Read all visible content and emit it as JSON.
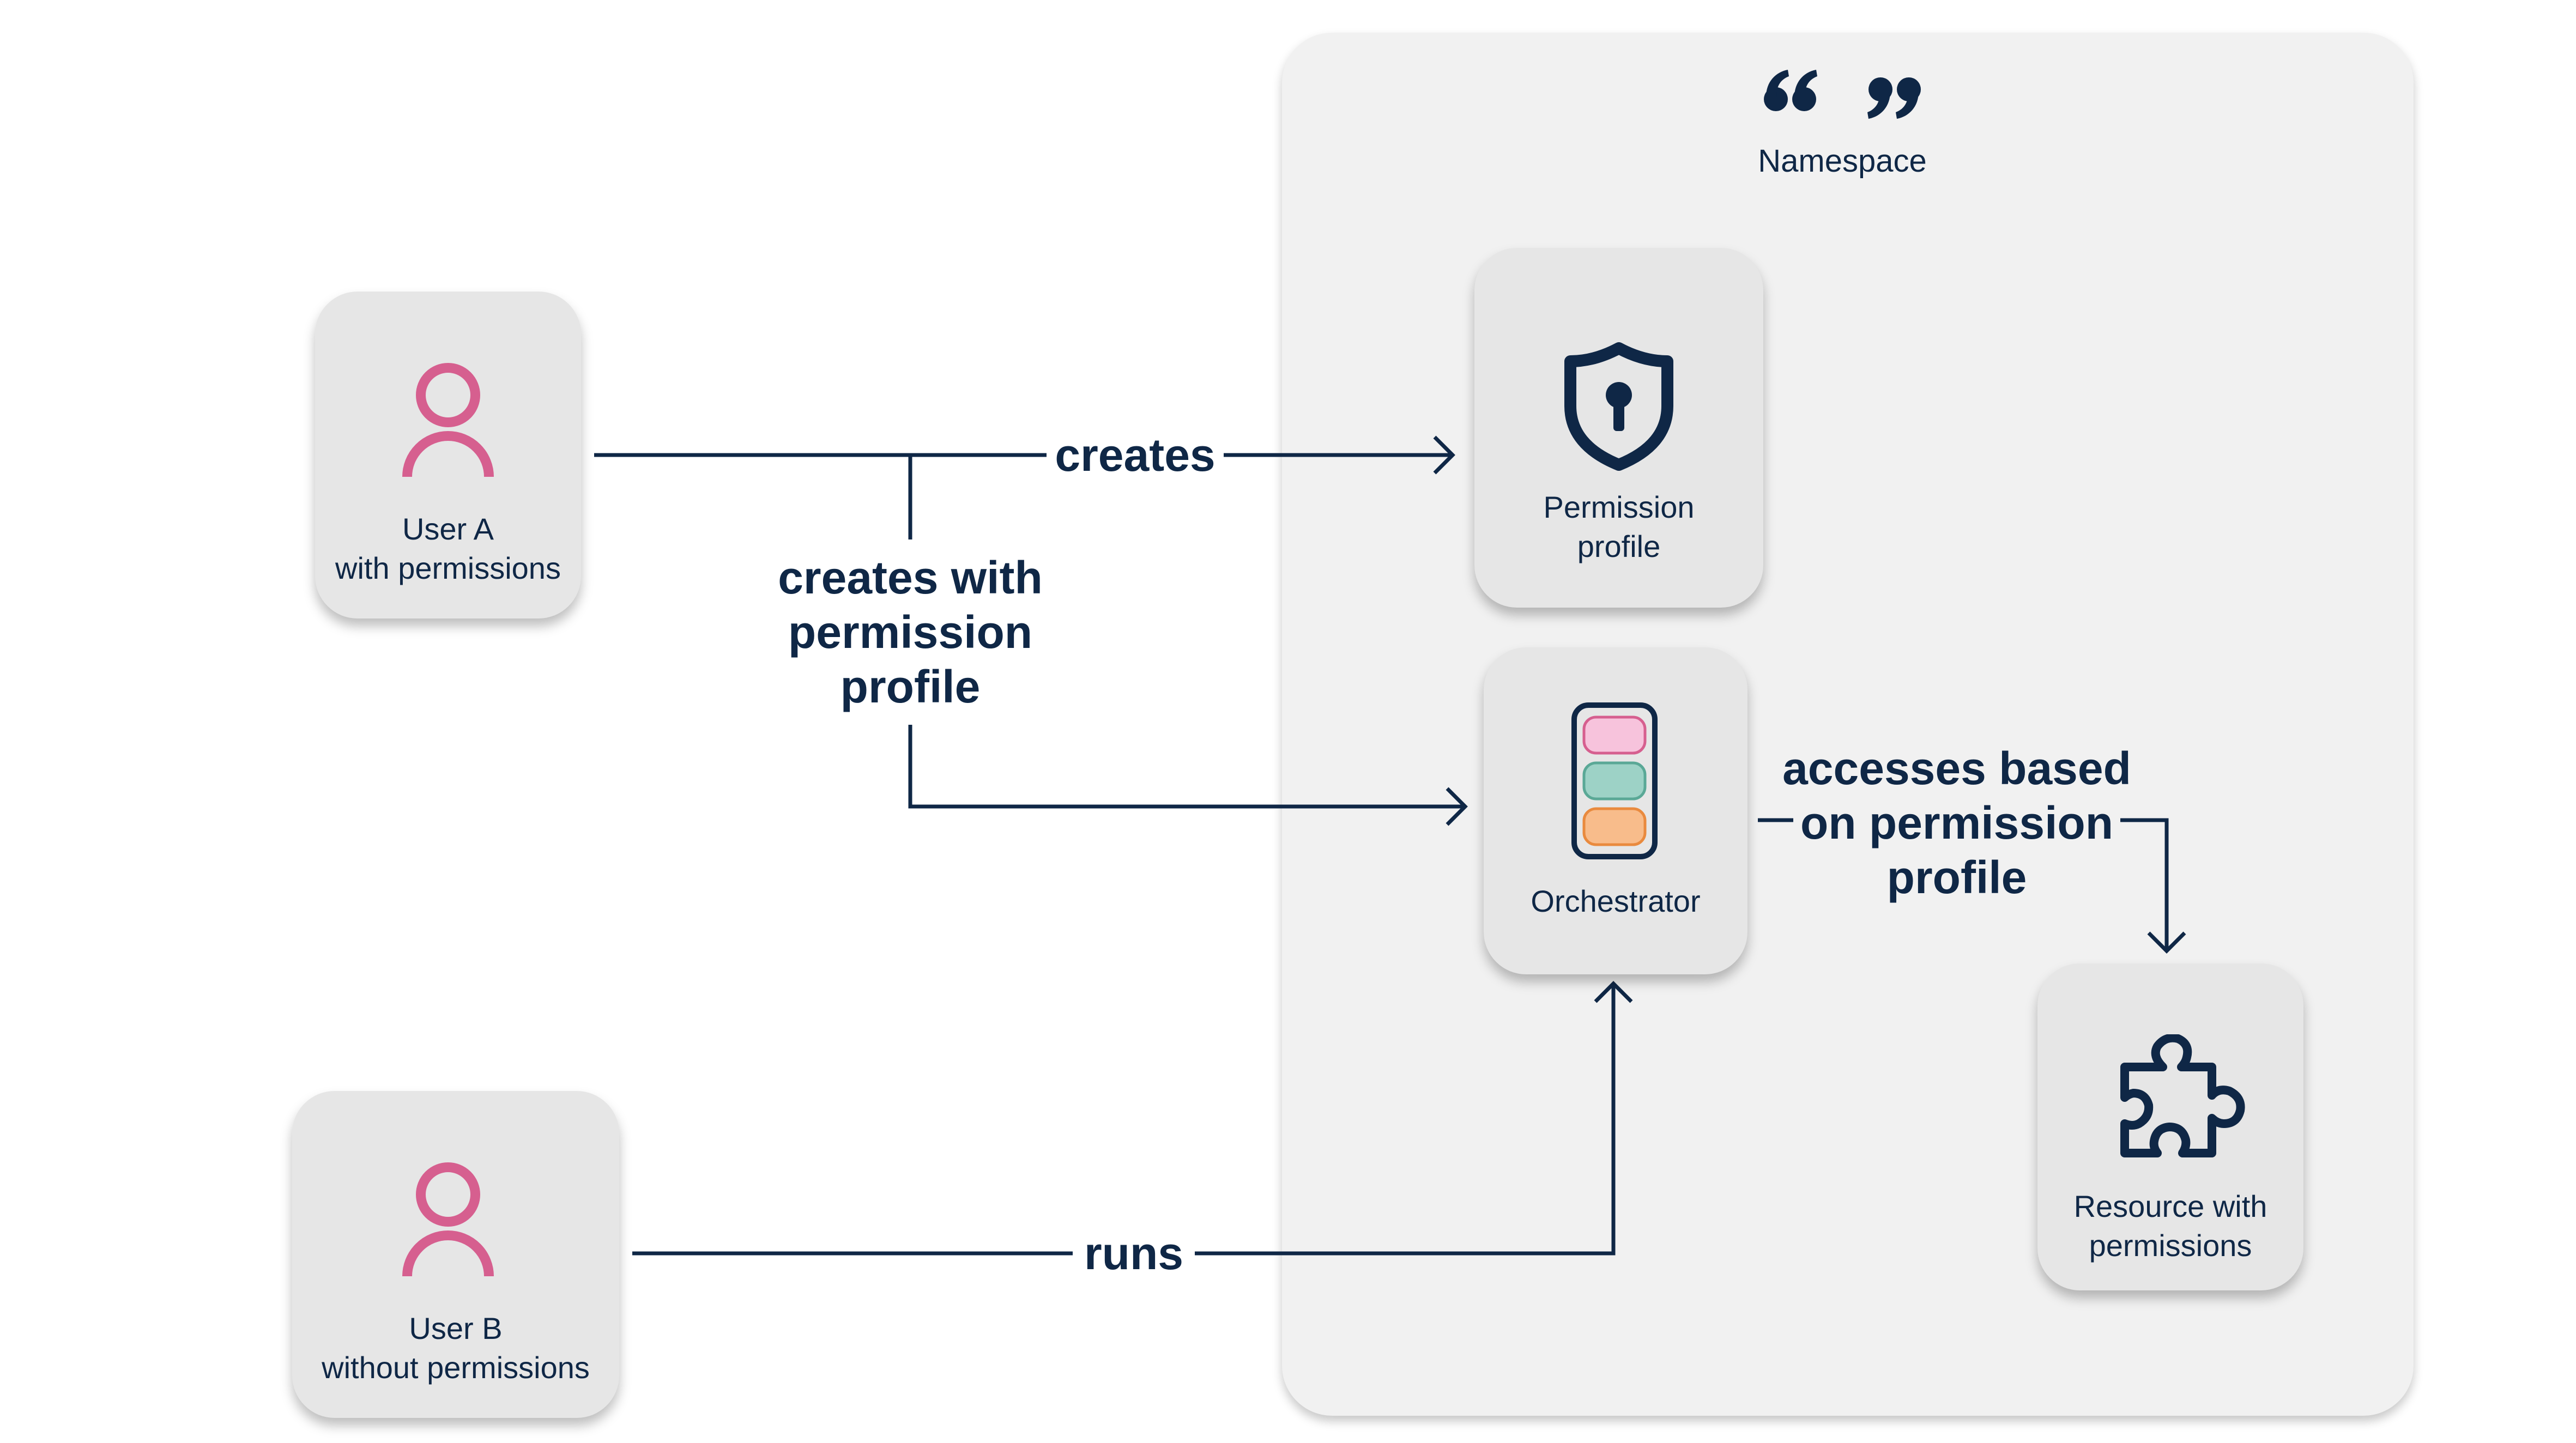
{
  "namespace": {
    "label": "Namespace",
    "icon": "quote-marks-icon"
  },
  "nodes": {
    "user_a": {
      "label": "User A\nwith permissions",
      "icon": "user-icon"
    },
    "user_b": {
      "label": "User B\nwithout permissions",
      "icon": "user-icon"
    },
    "permission_profile": {
      "label": "Permission\nprofile",
      "icon": "shield-keyhole-icon"
    },
    "orchestrator": {
      "label": "Orchestrator",
      "icon": "orchestrator-icon"
    },
    "resource": {
      "label": "Resource with\npermissions",
      "icon": "puzzle-piece-icon"
    }
  },
  "edges": {
    "creates": "creates",
    "creates_with_profile": "creates with\npermission\nprofile",
    "accesses": "accesses based\non permission\nprofile",
    "runs": "runs"
  },
  "colors": {
    "navy": "#0f2746",
    "pink": "#d65f8f",
    "namespace_bg": "#f1f1f1",
    "card_bg": "#e6e6e6",
    "pill_pink": "#f7c3dc",
    "pill_teal": "#9dd2c6",
    "pill_orange": "#f8bc8b"
  }
}
